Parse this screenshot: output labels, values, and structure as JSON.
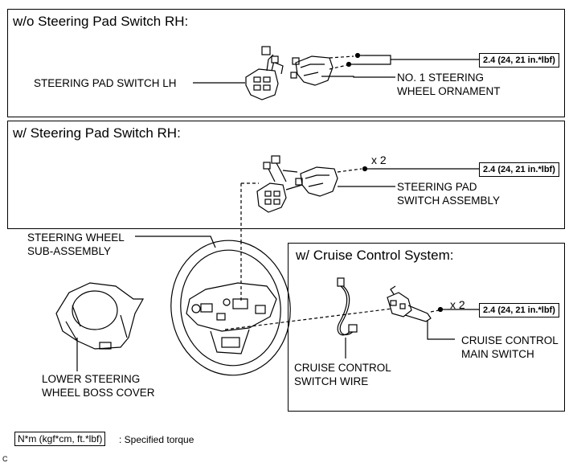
{
  "panels": {
    "without_rh": {
      "title": "w/o Steering Pad Switch RH:",
      "torque": "2.4 (24, 21 in.*lbf)",
      "labels": {
        "pad_switch_lh": "STEERING PAD SWITCH LH",
        "ornament_line1": "NO. 1 STEERING",
        "ornament_line2": "WHEEL ORNAMENT"
      }
    },
    "with_rh": {
      "title": "w/ Steering Pad Switch RH:",
      "torque": "2.4 (24, 21 in.*lbf)",
      "multiplier": "x 2",
      "labels": {
        "assembly_line1": "STEERING PAD",
        "assembly_line2": "SWITCH ASSEMBLY"
      }
    },
    "cruise": {
      "title": "w/ Cruise Control System:",
      "torque": "2.4 (24, 21 in.*lbf)",
      "multiplier": "x 2",
      "labels": {
        "wire_line1": "CRUISE CONTROL",
        "wire_line2": "SWITCH WIRE",
        "main_line1": "CRUISE CONTROL",
        "main_line2": "MAIN SWITCH"
      }
    }
  },
  "labels": {
    "wheel_line1": "STEERING WHEEL",
    "wheel_line2": "SUB-ASSEMBLY",
    "boss_line1": "LOWER STEERING",
    "boss_line2": "WHEEL BOSS COVER"
  },
  "legend": {
    "box": "N*m (kgf*cm, ft.*lbf)",
    "text": ": Specified torque"
  },
  "footer_code": "C"
}
